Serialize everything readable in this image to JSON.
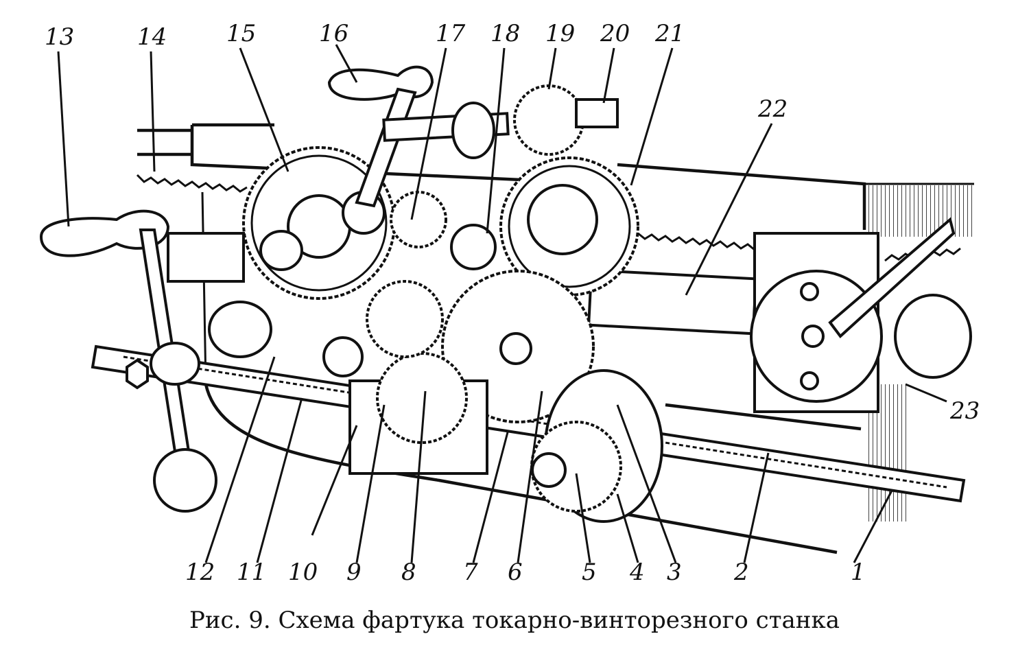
{
  "labels": {
    "l1": "1",
    "l2": "2",
    "l3": "3",
    "l4": "4",
    "l5": "5",
    "l6": "6",
    "l7": "7",
    "l8": "8",
    "l9": "9",
    "l10": "10",
    "l11": "11",
    "l12": "12",
    "l13": "13",
    "l14": "14",
    "l15": "15",
    "l16": "16",
    "l17": "17",
    "l18": "18",
    "l19": "19",
    "l20": "20",
    "l21": "21",
    "l22": "22",
    "l23": "23"
  },
  "caption": "Рис. 9. Схема фартука токарно-винторезного станка"
}
